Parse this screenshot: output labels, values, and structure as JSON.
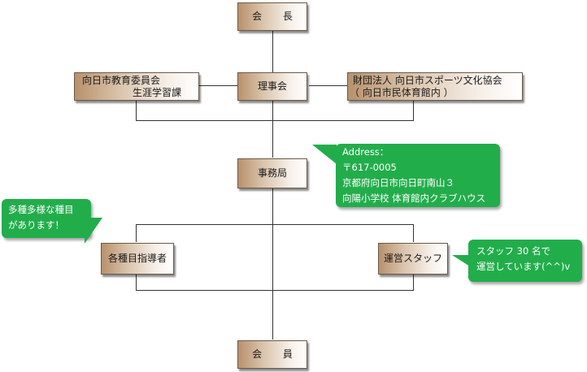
{
  "nodes": {
    "chairman": "会 長",
    "board": "理事会",
    "education_board": [
      "向日市教育委員会",
      "生涯学習課"
    ],
    "sports_association": [
      "財団法人 向日市スポーツ文化協会",
      "（ 向日市民体育館内 ）"
    ],
    "secretariat": "事務局",
    "instructors": "各種目指導者",
    "staff": "運営スタッフ",
    "members": "会 員"
  },
  "bubbles": {
    "address": [
      "Address：",
      "〒617-0005",
      "京都府向日市向日町南山３",
      "向陽小学校 体育館内クラブハウス"
    ],
    "sports_variety": [
      "多種多様な種目",
      "があります！"
    ],
    "staff_count": [
      "スタッフ 30 名で",
      "運営しています(^^)v"
    ]
  },
  "colors": {
    "bubble_green": "#22ad4b",
    "box_dark": "#b8916c",
    "box_light": "#ffffff",
    "line": "#333333"
  }
}
